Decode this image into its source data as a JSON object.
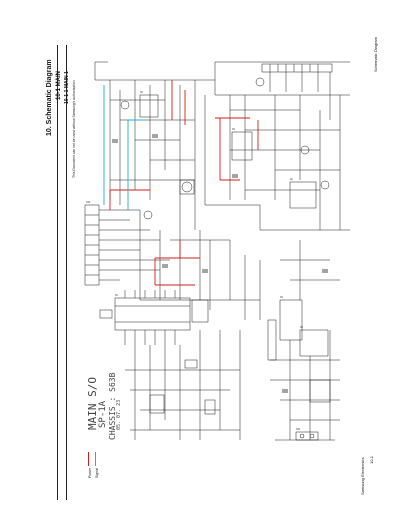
{
  "header": {
    "section_title": "10. Schematic Diagram",
    "subsection_main": "10-1 MAIN",
    "subsection_part": "10-1-1 MAIN 1",
    "note": "This Document can not be used without Samsung's authorization."
  },
  "running_head": "Schematic Diagram",
  "footer": {
    "company": "Samsung Electronics",
    "page_number": "10-1"
  },
  "legend": {
    "items": [
      {
        "label": "Power",
        "color": "#d11d1d"
      },
      {
        "label": "Signal",
        "color": "#2aa9d6"
      }
    ]
  },
  "handwritten_note": {
    "line1": "MAIN S/O",
    "line2": "SP-1A",
    "line3": "CHASSIS : S63B",
    "line4": "05. 07. 23"
  },
  "colors": {
    "wire": "#1a1a1a",
    "power_trace": "#d11d1d",
    "signal_trace": "#2aa9d6",
    "page_bg": "#ffffff"
  }
}
